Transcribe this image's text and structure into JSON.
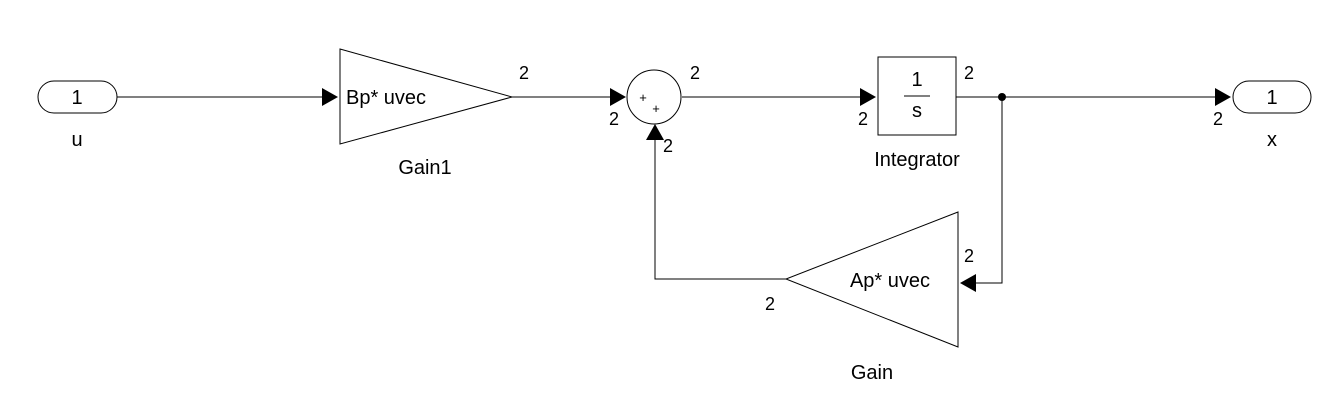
{
  "blocks": {
    "inport": {
      "number": "1",
      "name": "u"
    },
    "gain1": {
      "expression": "Bp* uvec",
      "name": "Gain1"
    },
    "sum": {
      "sign_top": "+",
      "sign_bottom": "+"
    },
    "integrator": {
      "numerator": "1",
      "denominator": "s",
      "name": "Integrator"
    },
    "outport": {
      "number": "1",
      "name": "x"
    },
    "gain": {
      "expression": "Ap* uvec",
      "name": "Gain"
    }
  },
  "signal_dimensions": {
    "gain1_out": "2",
    "sum_in_left": "2",
    "sum_out": "2",
    "sum_in_bottom": "2",
    "integrator_in": "2",
    "integrator_out": "2",
    "outport_in": "2",
    "gain_in": "2",
    "gain_out": "2"
  },
  "colors": {
    "line": "#000000",
    "background": "#ffffff"
  }
}
